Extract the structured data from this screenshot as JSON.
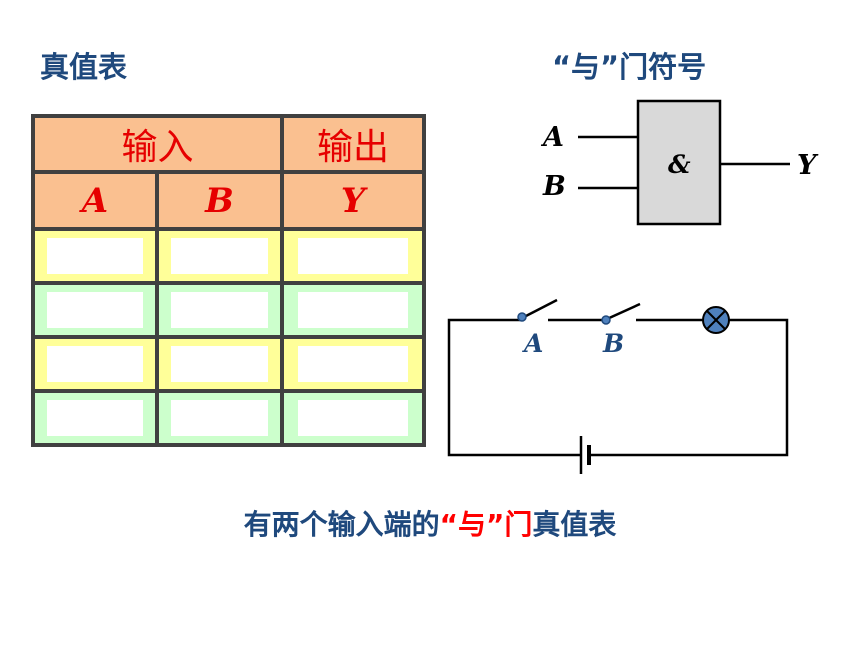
{
  "titles": {
    "truth_table": "真值表",
    "gate_symbol": "“与”门符号"
  },
  "truth_table": {
    "input_header": "输入",
    "output_header": "输出",
    "variables": [
      "A",
      "B",
      "Y"
    ],
    "rows": [
      [
        "",
        "",
        ""
      ],
      [
        "",
        "",
        ""
      ],
      [
        "",
        "",
        ""
      ],
      [
        "",
        "",
        ""
      ]
    ]
  },
  "gate": {
    "input_a": "A",
    "input_b": "B",
    "symbol": "&",
    "output": "Y"
  },
  "circuit": {
    "switch_a": "A",
    "switch_b": "B",
    "lamp_icon": "lamp-icon",
    "battery_icon": "battery-icon"
  },
  "caption": {
    "prefix": "有两个输入端的",
    "highlight": "“与”门",
    "suffix": "真值表"
  },
  "colors": {
    "title": "#1f497d",
    "accent": "#ff0000",
    "header_fill": "#fac090",
    "row_yellow": "#ffff99",
    "row_green": "#ccffcc",
    "gate_fill": "#d9d9d9",
    "lamp_fill": "#4f81bd",
    "circuit_label": "#1f497d"
  }
}
